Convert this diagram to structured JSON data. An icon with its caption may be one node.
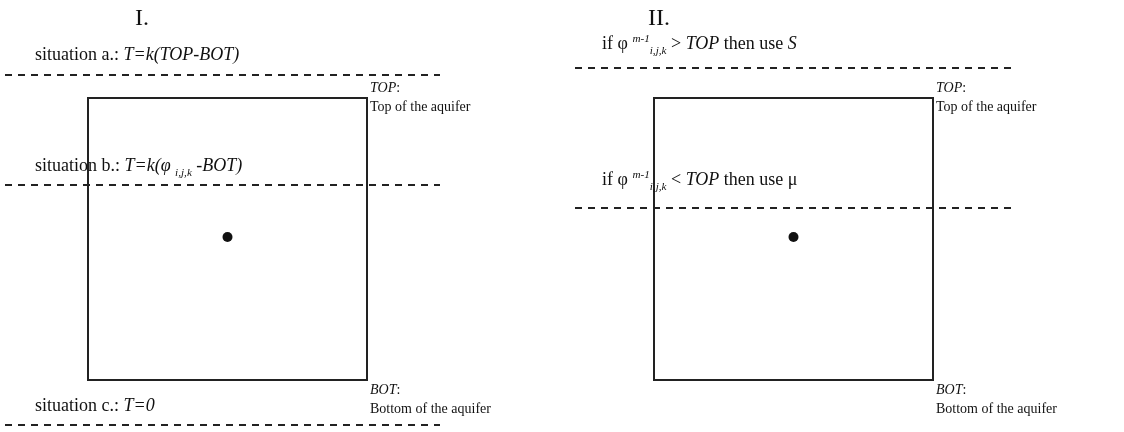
{
  "diagram": {
    "nodes": [
      {
        "text": [],
        "shape": "box",
        "beside": [
          "*TOP*:",
          "Top of the aquifer",
          "*BOT*:",
          "Bottom of the aquifer"
        ]
      },
      {
        "text": [],
        "shape": "box",
        "beside": [
          "*TOP*:",
          "Top of the aquifer",
          "*BOT*:",
          "Bottom of the aquifer"
        ]
      }
    ],
    "labels": [
      "I.",
      "situation a.: *T=k(TOP-BOT)*",
      "situation b.: *T=k(φ* $_{i,j,k}$ *-BOT)*",
      "situation c.: *T=0*",
      "II.",
      "if φ $^{m-1}$$_{i,j,k}$ > *TOP*  then use *S*",
      "if φ $^{m-1}$$_{i,j,k}$ < *TOP*  then use μ"
    ]
  }
}
